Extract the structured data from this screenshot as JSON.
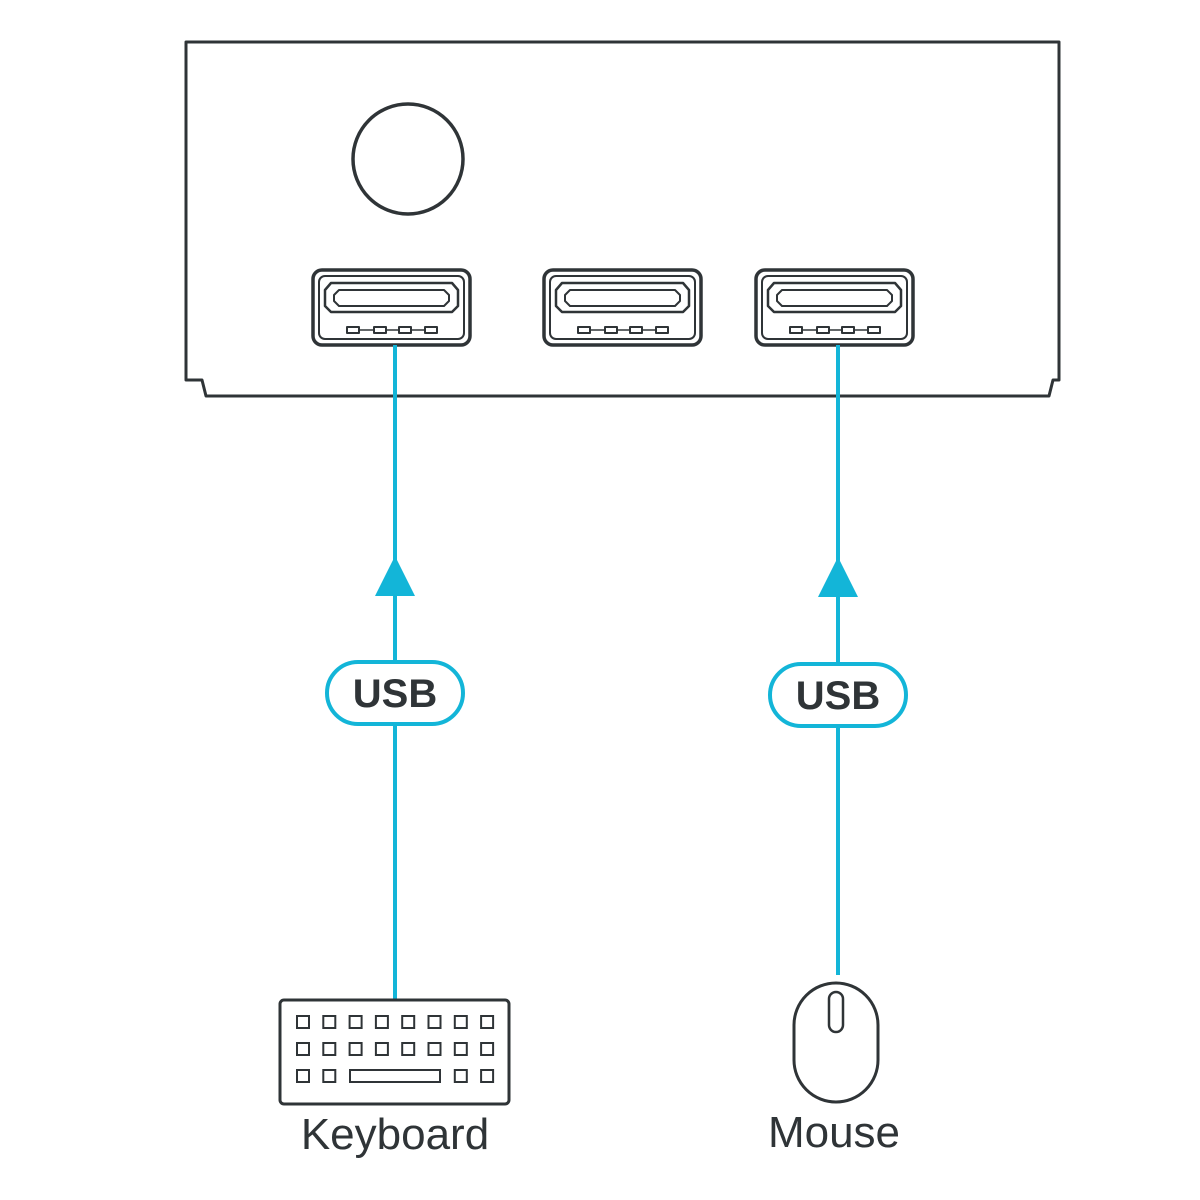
{
  "colors": {
    "outline": "#2f3437",
    "cable": "#13b5d8",
    "background": "#ffffff",
    "text": "#2f3437"
  },
  "hub": {
    "icon": "device-box",
    "button_icon": "power-button-icon",
    "ports": [
      {
        "icon": "usb-port-icon",
        "connected": true
      },
      {
        "icon": "usb-port-icon",
        "connected": false
      },
      {
        "icon": "usb-port-icon",
        "connected": true
      }
    ]
  },
  "connections": [
    {
      "cable_label": "USB",
      "device_label": "Keyboard",
      "device_icon": "keyboard-icon"
    },
    {
      "cable_label": "USB",
      "device_label": "Mouse",
      "device_icon": "mouse-icon"
    }
  ]
}
